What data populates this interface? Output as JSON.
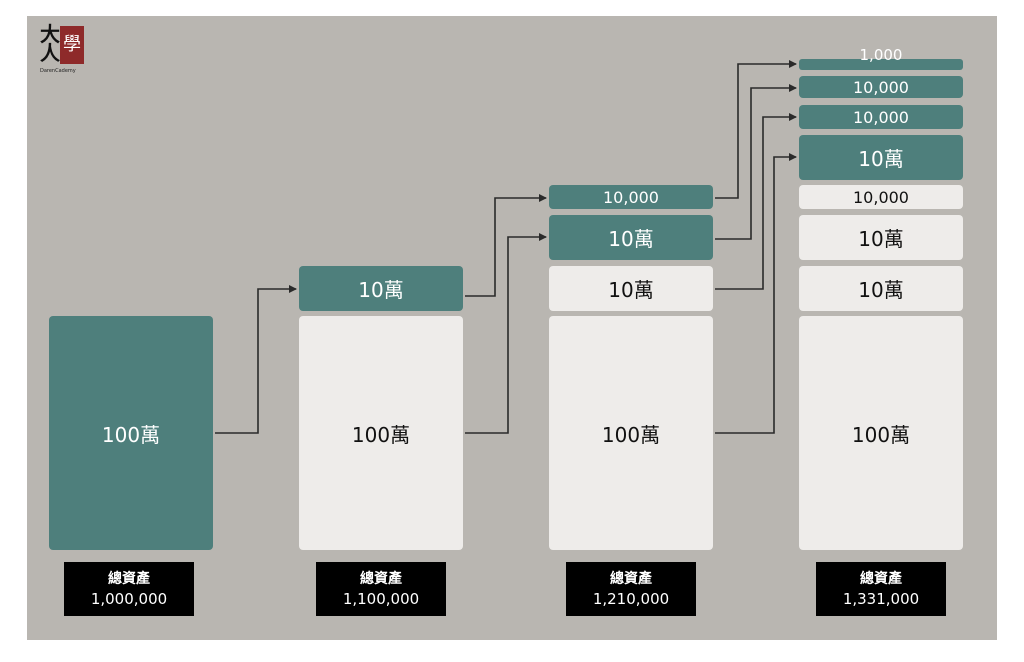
{
  "logo": {
    "char_da": "大",
    "char_ren": "人",
    "char_xue": "學",
    "brand": "DarenCademy"
  },
  "columns": [
    {
      "blocks": {
        "b100": "100萬"
      },
      "total": {
        "label": "總資產",
        "value": "1,000,000"
      }
    },
    {
      "blocks": {
        "b100": "100萬",
        "b10a": "10萬"
      },
      "total": {
        "label": "總資產",
        "value": "1,100,000"
      }
    },
    {
      "blocks": {
        "b100": "100萬",
        "b10a": "10萬",
        "b10b": "10萬",
        "b1a": "10,000"
      },
      "total": {
        "label": "總資產",
        "value": "1,210,000"
      }
    },
    {
      "blocks": {
        "b100": "100萬",
        "b10a": "10萬",
        "b10b": "10萬",
        "b1a": "10,000",
        "b10c": "10萬",
        "b1b": "10,000",
        "b1c": "10,000",
        "b01": "1,000"
      },
      "total": {
        "label": "總資產",
        "value": "1,331,000"
      }
    }
  ],
  "colors": {
    "teal": "#4e7f7c",
    "white_block": "#eeecea",
    "background": "#b9b6b1"
  }
}
